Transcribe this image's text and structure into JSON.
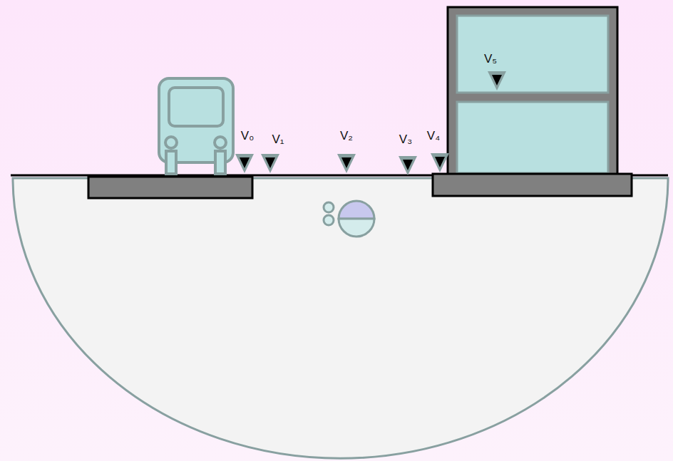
{
  "diagram": {
    "labels": [
      "V₀",
      "V₁",
      "V₂",
      "V₃",
      "V₄",
      "V₅"
    ]
  }
}
